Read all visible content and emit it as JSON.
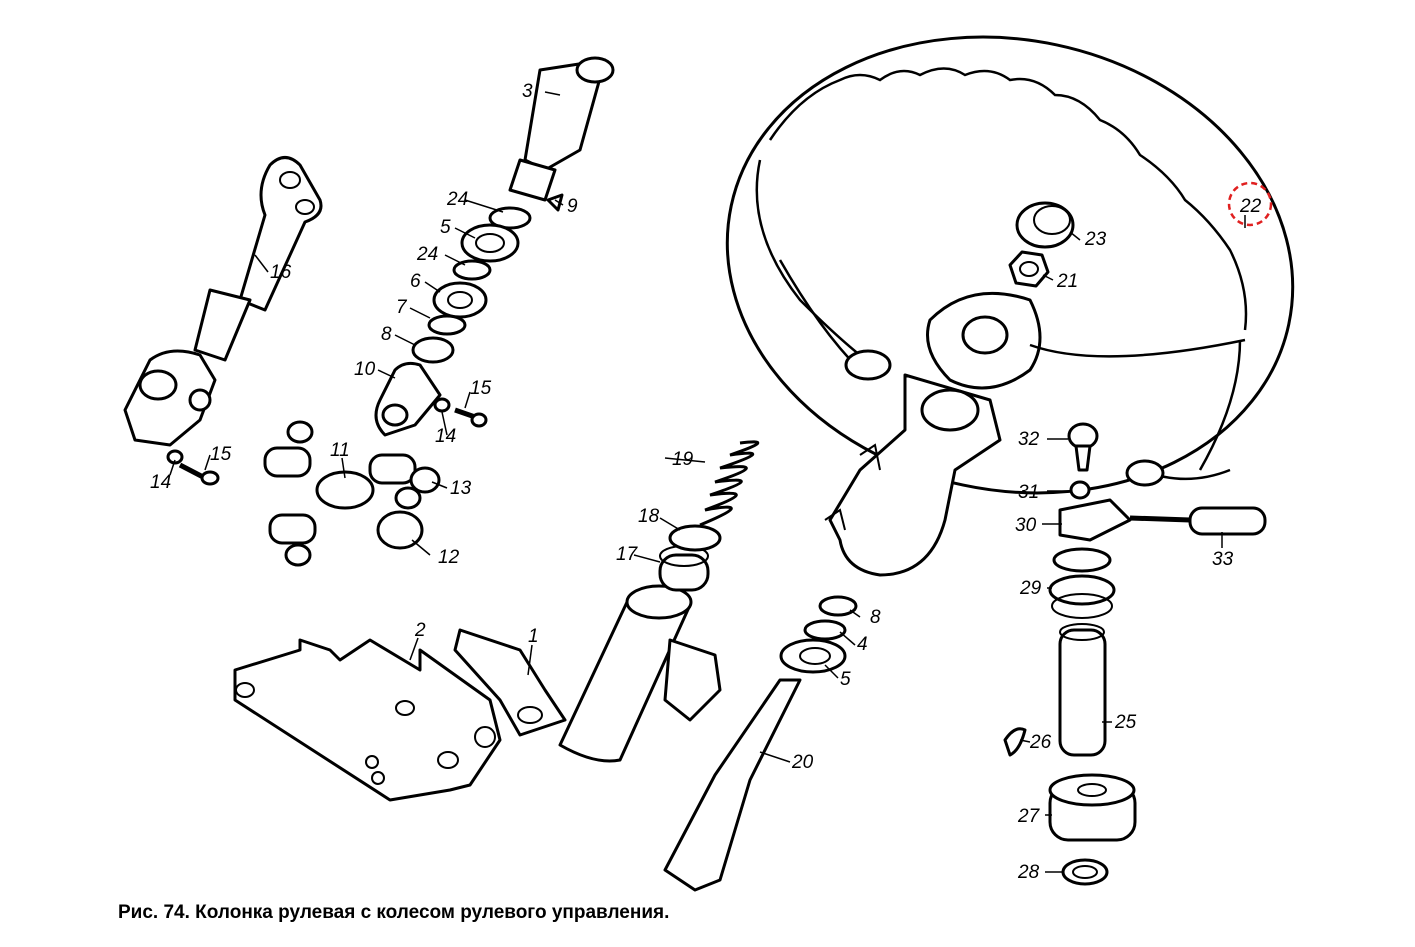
{
  "caption": "Рис. 74. Колонка рулевая с колесом рулевого управления.",
  "labels": {
    "l1": "1",
    "l2": "2",
    "l3": "3",
    "l4": "4",
    "l5a": "5",
    "l5b": "5",
    "l6": "6",
    "l7": "7",
    "l8a": "8",
    "l8b": "8",
    "l9": "9",
    "l10": "10",
    "l11": "11",
    "l12": "12",
    "l13": "13",
    "l14a": "14",
    "l14b": "14",
    "l15a": "15",
    "l15b": "15",
    "l16": "16",
    "l17": "17",
    "l18": "18",
    "l19": "19",
    "l20": "20",
    "l21": "21",
    "l22": "22",
    "l23": "23",
    "l24a": "24",
    "l24b": "24",
    "l25": "25",
    "l26": "26",
    "l27": "27",
    "l28": "28",
    "l29": "29",
    "l30": "30",
    "l31": "31",
    "l32": "32",
    "l33": "33"
  },
  "highlight": {
    "label": "22",
    "color": "#e02020"
  }
}
